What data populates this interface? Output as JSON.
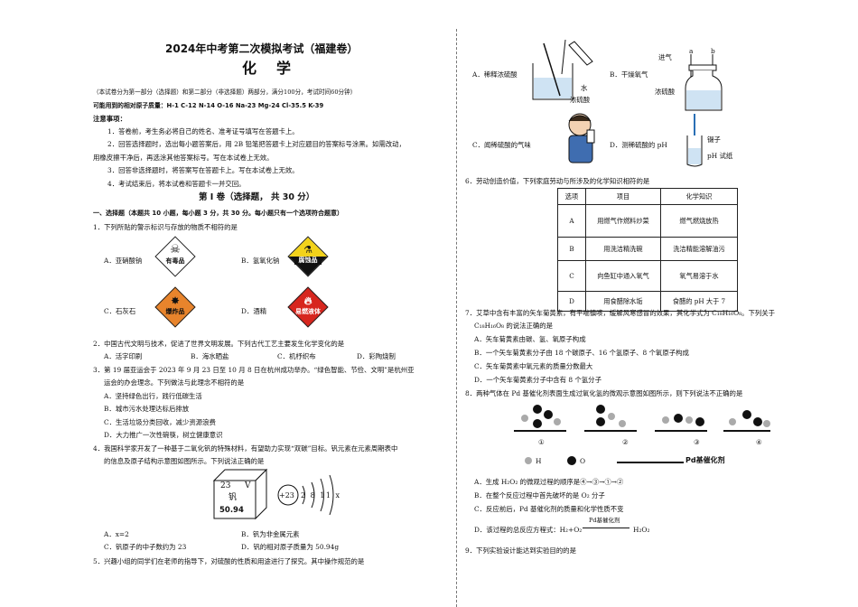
{
  "header": {
    "title": "2024年中考第二次模拟考试（福建卷）",
    "subject": "化学",
    "scope": "（本试卷分为第一部分（选择题）和第二部分（非选择题）两部分，满分100分，考试时间60分钟）",
    "atomic_masses": "可能用到的相对原子质量：H-1 C-12 N-14 O-16 Na-23 Mg-24 Cl-35.5 K-39"
  },
  "notes": {
    "heading": "注意事项：",
    "items": [
      "1．答卷前，考生务必将自己的姓名、准考证号填写在答题卡上。",
      "2．回答选择题时，选出每小题答案后，用 2B 铅笔把答题卡上对应题目的答案标号涂黑。如需改动，",
      "用橡皮擦干净后，再选涂其他答案标号。写在本试卷上无效。",
      "3．回答非选择题时，将答案写在答题卡上。写在本试卷上无效。",
      "4．考试结束后，将本试卷和答题卡一并交回。"
    ]
  },
  "part1": {
    "heading": "第 I 卷（选择题， 共 30 分）",
    "instruction": "一、选择题（本题共 10 小题，每小题 3 分，共 30 分。每小题只有一个选项符合题意）"
  },
  "q1": {
    "stem": "1．下列所贴的警示标识与存放的物质不相符的是",
    "a": "A．亚硝酸钠",
    "a_sign": "有毒品",
    "b": "B．氢氧化钠",
    "b_sign": "腐蚀品",
    "c": "C．石灰石",
    "c_sign": "爆炸品",
    "d": "D．酒精",
    "d_sign": "易燃液体"
  },
  "q2": {
    "stem": "2．中国古代文明与技术，促进了世界文明发展。下列古代工艺主要发生化学变化的是",
    "a": "A．活字印刷",
    "b": "B．海水晒盐",
    "c": "C．机杼织布",
    "d": "D．彩陶烧制"
  },
  "q3": {
    "stem1": "3．第 19 届亚运会于 2023 年 9 月 23 日至 10 月 8 日在杭州成功举办。“绿色智能、节俭、文明”是杭州亚",
    "stem2": "运会的办会理念。下列做法与此理念不相符的是",
    "a": "A．坚持绿色出行，践行低碳生活",
    "b": "B．城市污水处理达标后排放",
    "c": "C．生活垃圾分类回收，减少资源浪费",
    "d": "D．大力推广一次性碗筷，树立健康意识"
  },
  "q4": {
    "stem1": "4．我国科学家开发了一种基于二氧化钒的特殊材料，有望助力实现“双碳”目标。钒元素在元素周期表中",
    "stem2": "的信息及原子结构示意图如图所示。下列说法正确的是",
    "cell_number": "23",
    "cell_symbol": "V",
    "cell_name": "钒",
    "cell_mass": "50.94",
    "nucleus": "+23",
    "shells": "2 8 11 x",
    "a": "A．x=2",
    "b": "B．钒为非金属元素",
    "c": "C．钒原子的中子数约为 23",
    "d": "D．钒的相对原子质量为 50.94g"
  },
  "q5": {
    "stem": "5．兴趣小组的同学们在老师的指导下，对硫酸的性质和用途进行了探究。其中操作规范的是",
    "a": "A．稀释浓硫酸",
    "a_label_water": "水",
    "a_label_acid": "浓硫酸",
    "b": "B．干燥氧气",
    "b_label_in": "进气",
    "b_label_a": "a",
    "b_label_b": "b",
    "b_label_acid": "浓硫酸",
    "c": "C．闻稀硫酸的气味",
    "d": "D．测稀硫酸的 pH",
    "d_label_tweezer": "镊子",
    "d_label_paper": "pH 试纸"
  },
  "q6": {
    "stem": "6．劳动创造价值，下列家庭劳动与所涉及的化学知识相符的是",
    "headers": [
      "选项",
      "项目",
      "化学知识"
    ],
    "rows": [
      [
        "A",
        "用燃气作燃料炒菜",
        "燃气燃烧放热"
      ],
      [
        "B",
        "用洗洁精洗碗",
        "洗洁精能溶解油污"
      ],
      [
        "C",
        "向鱼缸中通入氧气",
        "氧气易溶于水"
      ],
      [
        "D",
        "用食醋除水垢",
        "食醋的 pH 大于 7"
      ]
    ]
  },
  "q7": {
    "stem1": "7．艾草中含有丰富的矢车菊黄素，有平喘镇咳，缓解风寒感冒的效果，其化学式为 C₁₈H₁₆O₈。下列关于",
    "stem2": "C₁₈H₁₆O₈ 的说法正确的是",
    "a": "A．矢车菊黄素由碳、氢、氧原子构成",
    "b": "B．一个矢车菊黄素分子由 18 个碳原子、16 个氢原子、8 个氧原子构成",
    "c": "C．矢车菊黄素中氧元素的质量分数最大",
    "d": "D．一个矢车菊黄素分子中含有 8 个氢分子"
  },
  "q8": {
    "stem": "8．两种气体在 Pd 基催化剂表面生成过氧化氢的微观示意图如图所示，则下列说法不正确的是",
    "steps": [
      "①",
      "②",
      "③",
      "④"
    ],
    "legend_h": "H",
    "legend_o": "O",
    "legend_catalyst": "Pd基催化剂",
    "a": "A．生成 H₂O₂ 的微观过程的顺序是④→③→①→②",
    "b": "B．在整个反应过程中首先破坏的是 O₂ 分子",
    "c": "C．反应前后，Pd 基催化剂的质量和化学性质不变",
    "d_prefix": "D．该过程的总反应方程式：H₂+O₂",
    "d_catalyst": "Pd基催化剂",
    "d_product": "H₂O₂"
  },
  "q9": {
    "stem": "9．下列实验设计能达到实验目的的是"
  }
}
